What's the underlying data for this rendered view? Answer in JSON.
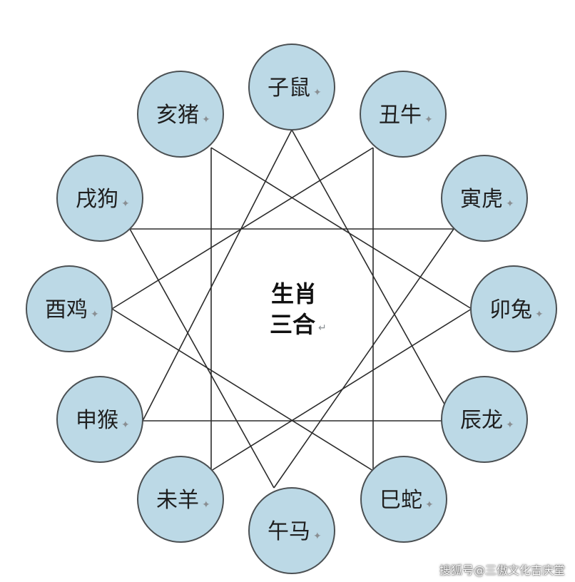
{
  "center": {
    "line1": "生肖",
    "line2": "三合"
  },
  "nodes": [
    {
      "id": "zi",
      "label": "子鼠"
    },
    {
      "id": "chou",
      "label": "丑牛"
    },
    {
      "id": "yin",
      "label": "寅虎"
    },
    {
      "id": "mao",
      "label": "卯兔"
    },
    {
      "id": "chen",
      "label": "辰龙"
    },
    {
      "id": "si",
      "label": "巳蛇"
    },
    {
      "id": "wu",
      "label": "午马"
    },
    {
      "id": "wei",
      "label": "未羊"
    },
    {
      "id": "shen",
      "label": "申猴"
    },
    {
      "id": "you",
      "label": "酉鸡"
    },
    {
      "id": "xu",
      "label": "戌狗"
    },
    {
      "id": "hai",
      "label": "亥猪"
    }
  ],
  "triads": [
    [
      "shen",
      "zi",
      "chen"
    ],
    [
      "si",
      "you",
      "chou"
    ],
    [
      "yin",
      "wu",
      "xu"
    ],
    [
      "hai",
      "mao",
      "wei"
    ]
  ],
  "colors": {
    "circle_fill": "#bcd9e6",
    "circle_stroke": "#4b5053",
    "line": "#2b2b2b"
  },
  "watermark": "搜狐号@三傲文化吉庆堂"
}
